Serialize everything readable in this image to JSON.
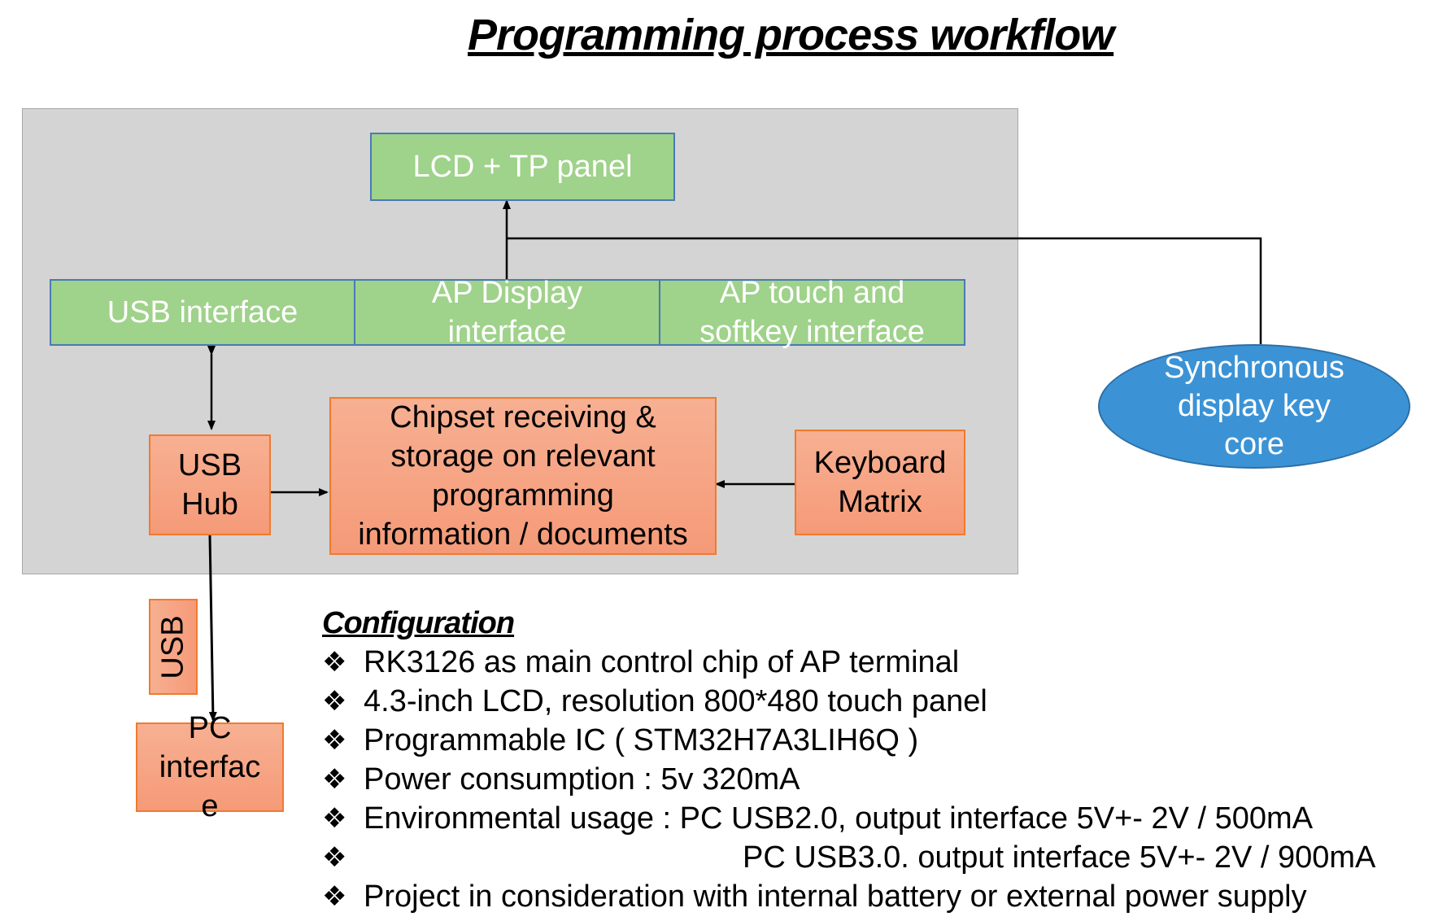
{
  "title": "Programming process workflow",
  "nodes": {
    "lcd_tp": "LCD + TP panel",
    "usb_interface": "USB interface",
    "ap_display": [
      "AP Display",
      "interface"
    ],
    "ap_touch": [
      "AP touch and",
      "softkey interface"
    ],
    "usb_hub": [
      "USB",
      "Hub"
    ],
    "chipset": [
      "Chipset receiving &",
      "storage on relevant",
      "programming",
      "information / documents"
    ],
    "keyboard": [
      "Keyboard",
      "Matrix"
    ],
    "sync_core": [
      "Synchronous",
      "display key",
      "core"
    ],
    "usb_label": "USB",
    "pc_interface": [
      "PC",
      "interfac",
      "e"
    ]
  },
  "colors": {
    "green_fill": "#9fd28a",
    "orange_fill": "#f59a78",
    "blue_fill": "#3b93d6",
    "panel_gray": "#d4d4d4"
  },
  "configuration": {
    "heading": "Configuration",
    "bullet_icon": "four-diamond-bullet-icon",
    "items": [
      "RK3126 as main control chip of AP terminal",
      "4.3-inch LCD, resolution 800*480 touch panel",
      "Programmable IC ( STM32H7A3LIH6Q )",
      "Power consumption : 5v 320mA",
      "Environmental usage :  PC USB2.0, output interface 5V+- 2V / 500mA",
      "PC USB3.0. output interface 5V+- 2V / 900mA",
      "Project in consideration with internal battery or external power supply"
    ]
  }
}
